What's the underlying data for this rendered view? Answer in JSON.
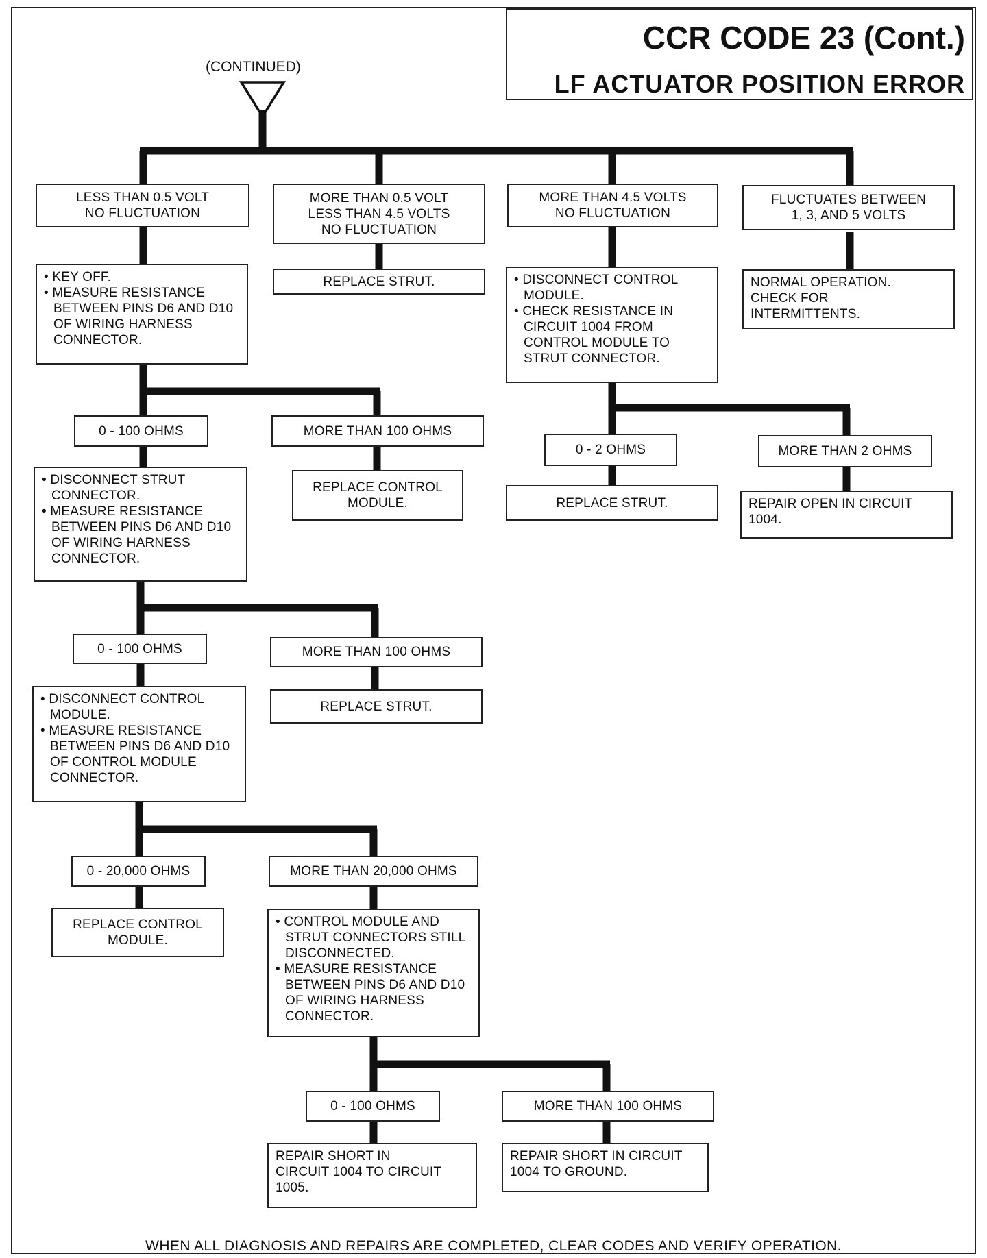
{
  "header": {
    "title": "CCR CODE 23 (Cont.)",
    "subtitle": "LF ACTUATOR POSITION ERROR",
    "continued": "(CONTINUED)"
  },
  "branches": {
    "low_voltage": {
      "label": [
        "LESS THAN 0.5 VOLT",
        "NO FLUCTUATION"
      ],
      "step": [
        "• KEY OFF.",
        "• MEASURE RESISTANCE BETWEEN PINS D6 AND D10 OF WIRING HARNESS CONNECTOR."
      ],
      "r1_low": "0 - 100 OHMS",
      "r1_high": "MORE THAN 100 OHMS",
      "r1_high_action": [
        "REPLACE CONTROL",
        "MODULE."
      ],
      "step2": [
        "• DISCONNECT STRUT CONNECTOR.",
        "• MEASURE RESISTANCE BETWEEN PINS D6 AND D10 OF WIRING HARNESS CONNECTOR."
      ],
      "r2_low": "0 - 100 OHMS",
      "r2_high": "MORE THAN 100 OHMS",
      "r2_high_action": "REPLACE STRUT.",
      "step3": [
        "• DISCONNECT CONTROL MODULE.",
        "• MEASURE RESISTANCE BETWEEN PINS D6 AND D10 OF CONTROL MODULE CONNECTOR."
      ],
      "r3_low": "0 - 20,000 OHMS",
      "r3_low_action": [
        "REPLACE CONTROL",
        "MODULE."
      ],
      "r3_high": "MORE THAN 20,000 OHMS",
      "step4": [
        "• CONTROL MODULE AND STRUT CONNECTORS STILL DISCONNECTED.",
        "• MEASURE RESISTANCE BETWEEN PINS D6 AND D10 OF WIRING HARNESS CONNECTOR."
      ],
      "r4_low": "0 - 100 OHMS",
      "r4_low_action": [
        "REPAIR SHORT IN",
        "CIRCUIT 1004 TO CIRCUIT",
        "1005."
      ],
      "r4_high": "MORE THAN 100 OHMS",
      "r4_high_action": [
        "REPAIR SHORT IN CIRCUIT",
        "1004 TO GROUND."
      ]
    },
    "mid_voltage": {
      "label": [
        "MORE THAN 0.5 VOLT",
        "LESS THAN 4.5 VOLTS",
        "NO FLUCTUATION"
      ],
      "action": "REPLACE STRUT."
    },
    "high_voltage": {
      "label": [
        "MORE THAN 4.5 VOLTS",
        "NO FLUCTUATION"
      ],
      "step": [
        "• DISCONNECT CONTROL MODULE.",
        "• CHECK RESISTANCE IN CIRCUIT 1004 FROM CONTROL MODULE TO STRUT CONNECTOR."
      ],
      "r_low": "0 - 2 OHMS",
      "r_low_action": "REPLACE STRUT.",
      "r_high": "MORE THAN 2 OHMS",
      "r_high_action": [
        "REPAIR OPEN IN CIRCUIT",
        "1004."
      ]
    },
    "fluctuating": {
      "label": [
        "FLUCTUATES BETWEEN",
        "1, 3, AND 5 VOLTS"
      ],
      "action": [
        "NORMAL OPERATION.",
        "CHECK FOR",
        "INTERMITTENTS."
      ]
    }
  },
  "footer": "WHEN ALL DIAGNOSIS AND REPAIRS ARE COMPLETED, CLEAR CODES AND VERIFY OPERATION."
}
